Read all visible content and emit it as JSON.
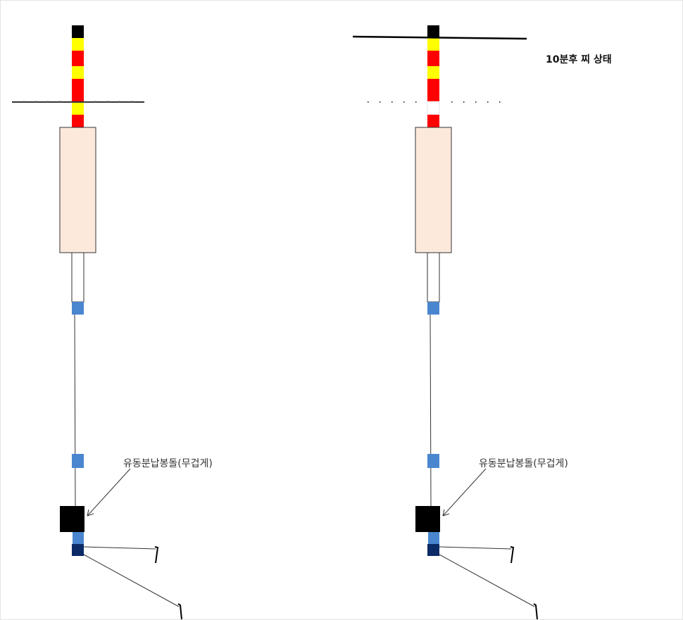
{
  "title": "10분후 찌 상태",
  "sinker_label": "유동분납봉돌(무겁게)",
  "colors": {
    "top": "#000000",
    "red": "#ff0000",
    "yellow": "#ffff00",
    "white": "#ffffff",
    "body": "#fce9dc",
    "stopper": "#4a86cf",
    "swivel": "#0b2a66",
    "sinker": "#000000",
    "line": "#333333"
  },
  "floats": [
    {
      "name": "initial",
      "segments": [
        "black",
        "yellow",
        "red",
        "yellow",
        "red",
        "yellow",
        "red"
      ],
      "waterline": "solid"
    },
    {
      "name": "after-10min",
      "segments": [
        "black",
        "yellow",
        "red",
        "yellow",
        "red",
        "white",
        "red"
      ],
      "waterline": "dotted"
    }
  ]
}
